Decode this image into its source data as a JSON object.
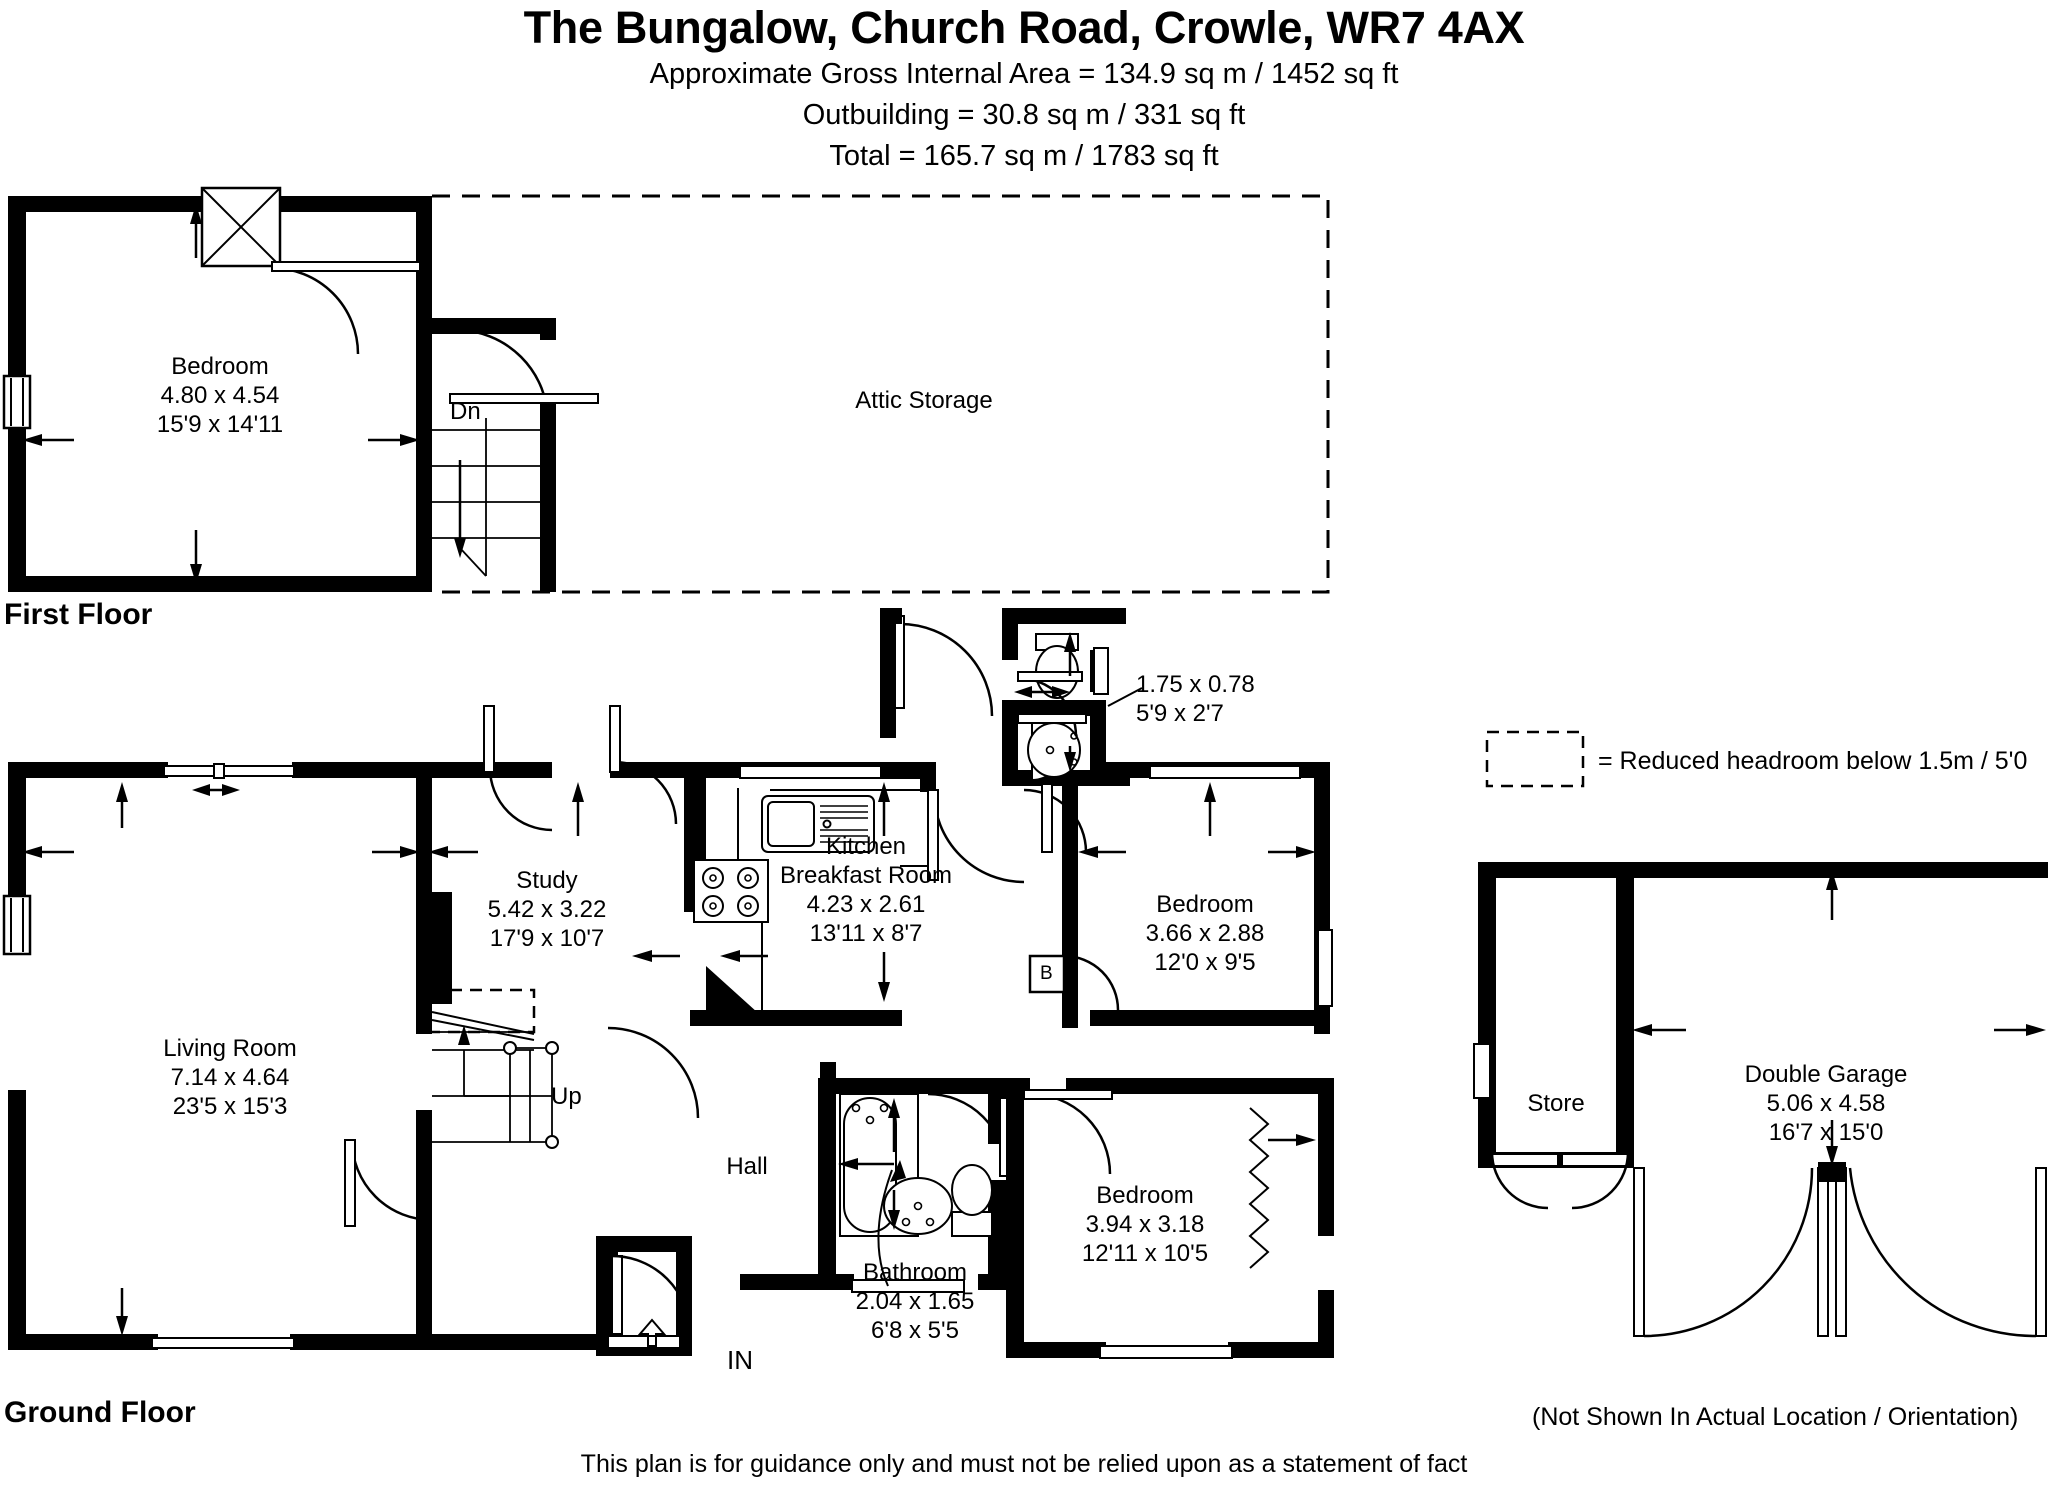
{
  "header": {
    "title": "The Bungalow, Church Road, Crowle, WR7 4AX",
    "line1": "Approximate Gross Internal Area = 134.9 sq m / 1452 sq ft",
    "line2": "Outbuilding = 30.8 sq m / 331 sq ft",
    "line3": "Total = 165.7 sq m / 1783 sq ft"
  },
  "footer": {
    "disclaimer": "This plan is for guidance only and must not be relied upon as a statement of fact"
  },
  "floors": {
    "first": "First Floor",
    "ground": "Ground Floor"
  },
  "legend": {
    "headroom": "= Reduced headroom below 1.5m / 5'0",
    "garage_note": "(Not Shown In Actual Location / Orientation)"
  },
  "first_floor_rooms": [
    {
      "name": "Bedroom",
      "dim_m": "4.80 x 4.54",
      "dim_ft": "15'9 x 14'11"
    },
    {
      "name": "Attic Storage",
      "dim_m": "",
      "dim_ft": ""
    }
  ],
  "first_floor_markers": {
    "down": "Dn"
  },
  "ground_floor_rooms": [
    {
      "name": "Living Room",
      "dim_m": "7.14 x 4.64",
      "dim_ft": "23'5 x 15'3"
    },
    {
      "name": "Study",
      "dim_m": "5.42 x 3.22",
      "dim_ft": "17'9 x 10'7"
    },
    {
      "name": "Kitchen",
      "name2": "Breakfast Room",
      "dim_m": "4.23 x 2.61",
      "dim_ft": "13'11 x 8'7"
    },
    {
      "name": "Bedroom",
      "dim_m": "3.66 x 2.88",
      "dim_ft": "12'0 x 9'5"
    },
    {
      "name": "Bedroom",
      "dim_m": "3.94 x 3.18",
      "dim_ft": "12'11 x 10'5"
    },
    {
      "name": "Bathroom",
      "dim_m": "2.04 x 1.65",
      "dim_ft": "6'8 x 5'5"
    },
    {
      "name": "Hall",
      "dim_m": "",
      "dim_ft": ""
    }
  ],
  "ground_floor_markers": {
    "up": "Up",
    "entrance": "IN",
    "boiler": "B",
    "wc_dim_m": "1.75 x 0.78",
    "wc_dim_ft": "5'9 x 2'7"
  },
  "outbuilding_rooms": [
    {
      "name": "Store",
      "dim_m": "",
      "dim_ft": ""
    },
    {
      "name": "Double Garage",
      "dim_m": "5.06 x 4.58",
      "dim_ft": "16'7 x 15'0"
    }
  ],
  "colors": {
    "wall": "#000000",
    "background": "#ffffff",
    "line": "#000000"
  }
}
